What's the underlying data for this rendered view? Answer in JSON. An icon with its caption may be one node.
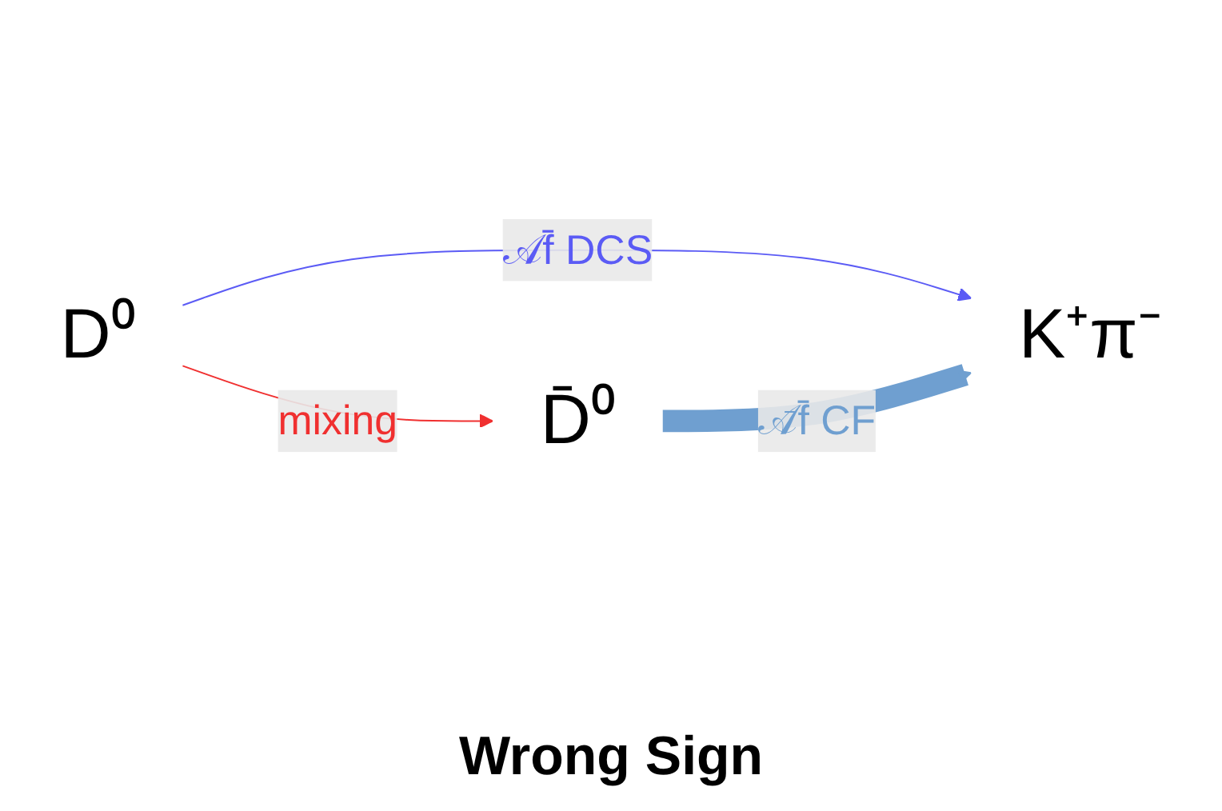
{
  "diagram": {
    "caption": "Wrong Sign",
    "nodes": [
      {
        "text": [
          "D⁰"
        ]
      },
      {
        "text": [
          "K⁺π⁻"
        ]
      },
      {
        "text": [
          "D̄⁰"
        ]
      }
    ],
    "edges": [
      {
        "from": 0,
        "to": 1,
        "arrow": "to",
        "label": "𝒜f̄ DCS",
        "color": "#5b5bf5"
      },
      {
        "from": 0,
        "to": 2,
        "arrow": "to",
        "label": "mixing",
        "color": "#f03030"
      },
      {
        "from": 2,
        "to": 1,
        "arrow": "to",
        "label": "𝒜̄f̄ CF",
        "style": "thick",
        "color": "#6f9fd0"
      }
    ]
  }
}
